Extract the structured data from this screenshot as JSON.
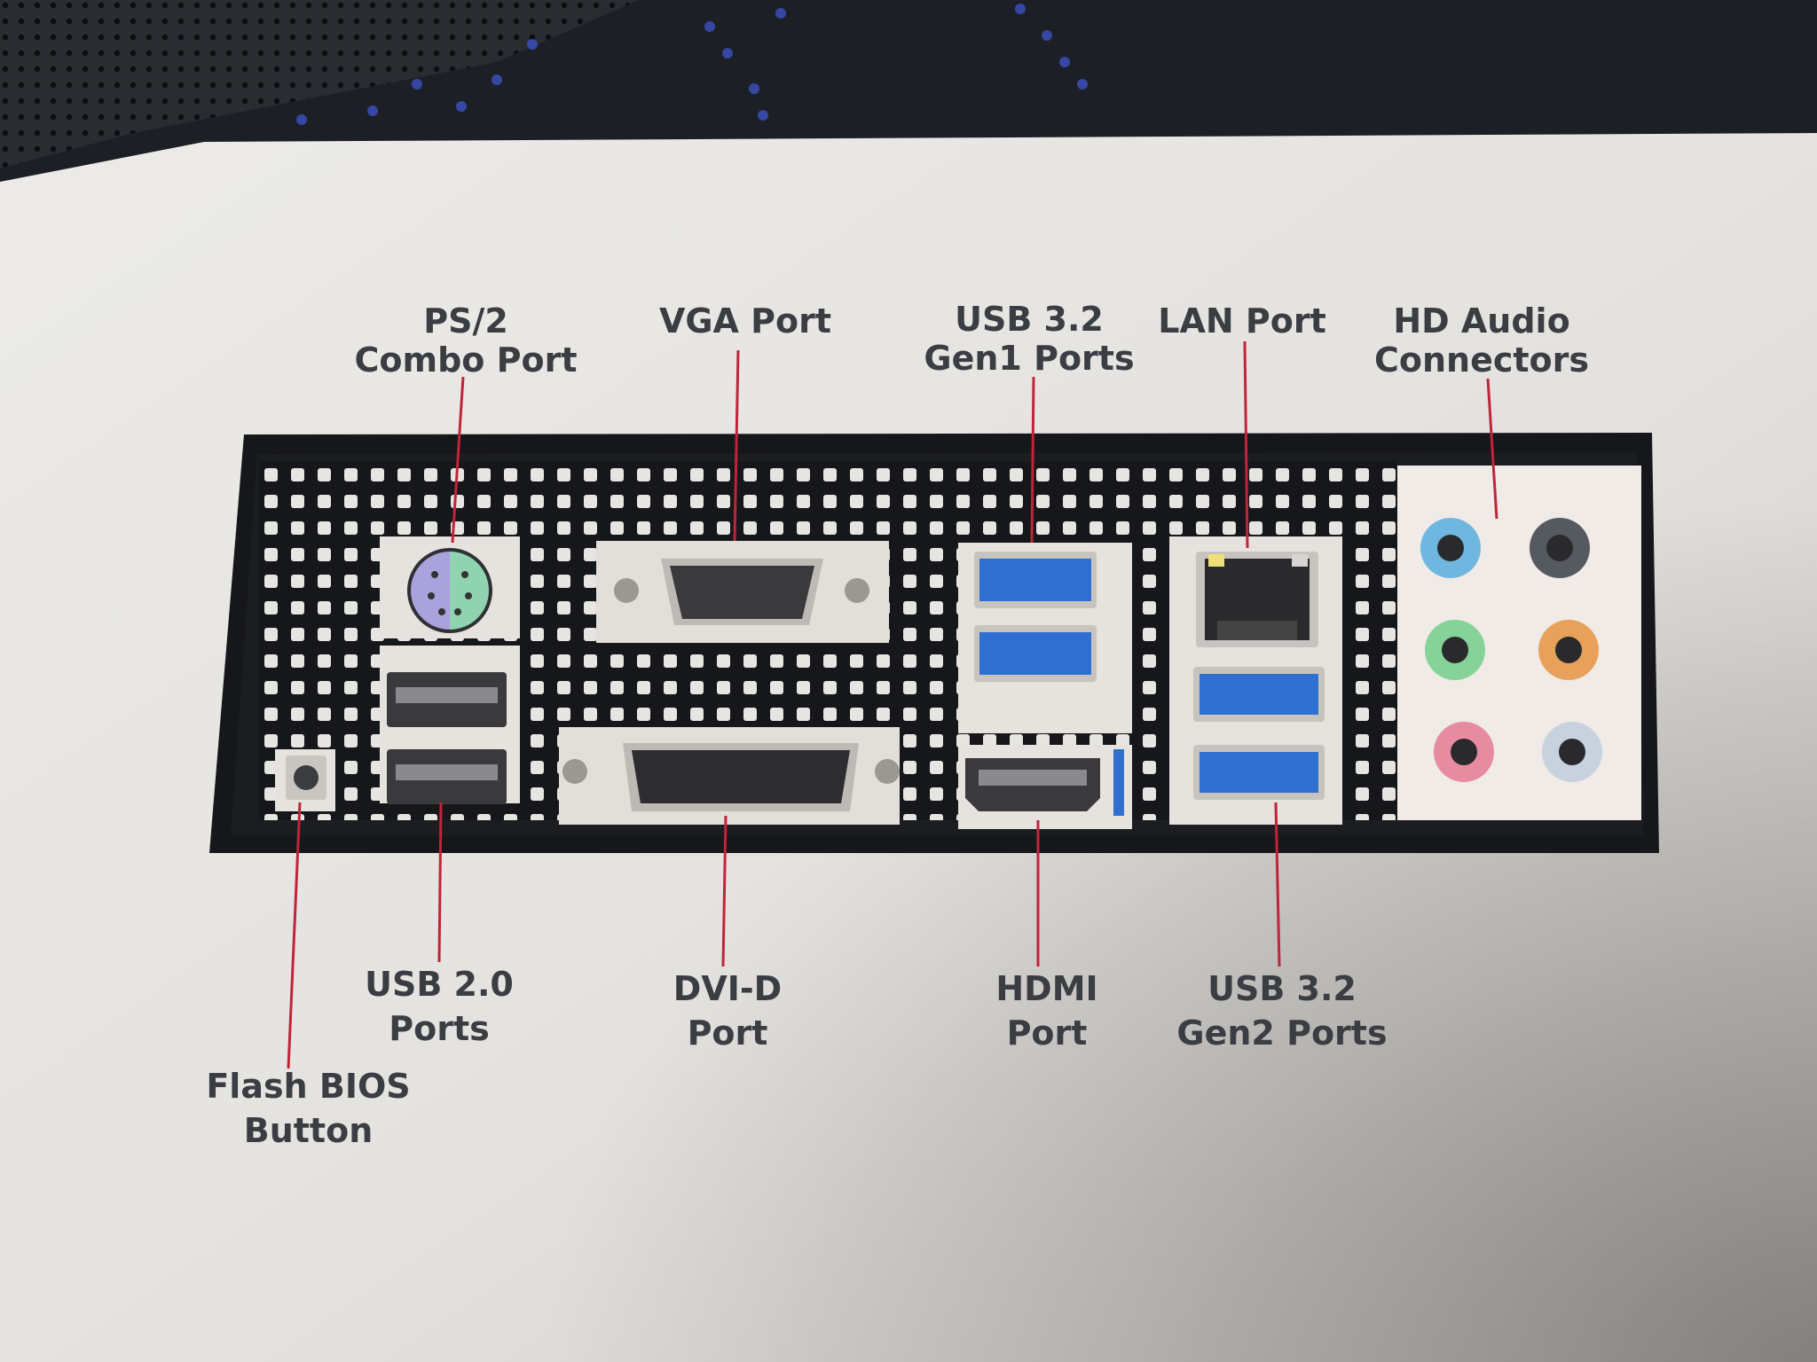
{
  "colors": {
    "paper": "#e9e7e4",
    "panel_frame": "#16171a",
    "leader_line": "#c0243b",
    "label_text": "#3a3d42",
    "usb3_blue": "#2f6fd0",
    "ps2_mouse": "#8fd3b0",
    "ps2_keyboard": "#a9a2dc",
    "audio_line_in": "#6fb7e0",
    "audio_line_out": "#86d39a",
    "audio_mic": "#e78ca0",
    "audio_center_sub": "#e7a15a",
    "audio_rear": "#555a60",
    "audio_side": "#c7d2de"
  },
  "labels": {
    "ps2": [
      "PS/2",
      "Combo Port"
    ],
    "vga": [
      "VGA Port"
    ],
    "usb32_gen1": [
      "USB 3.2",
      "Gen1 Ports"
    ],
    "lan": [
      "LAN Port"
    ],
    "hd_audio": [
      "HD Audio",
      "Connectors"
    ],
    "usb20": [
      "USB 2.0",
      "Ports"
    ],
    "dvid": [
      "DVI-D",
      "Port"
    ],
    "hdmi": [
      "HDMI",
      "Port"
    ],
    "usb32_gen2": [
      "USB 3.2",
      "Gen2 Ports"
    ],
    "flash_bios": [
      "Flash BIOS",
      "Button"
    ]
  },
  "icons": {
    "ps2": "ps2-combo-port-icon",
    "vga": "vga-port-icon",
    "dvid": "dvi-d-port-icon",
    "hdmi": "hdmi-port-icon",
    "lan": "rj45-lan-port-icon",
    "usb": "usb-port-icon",
    "audio": "audio-jack-icon",
    "bios": "flash-bios-button-icon"
  }
}
